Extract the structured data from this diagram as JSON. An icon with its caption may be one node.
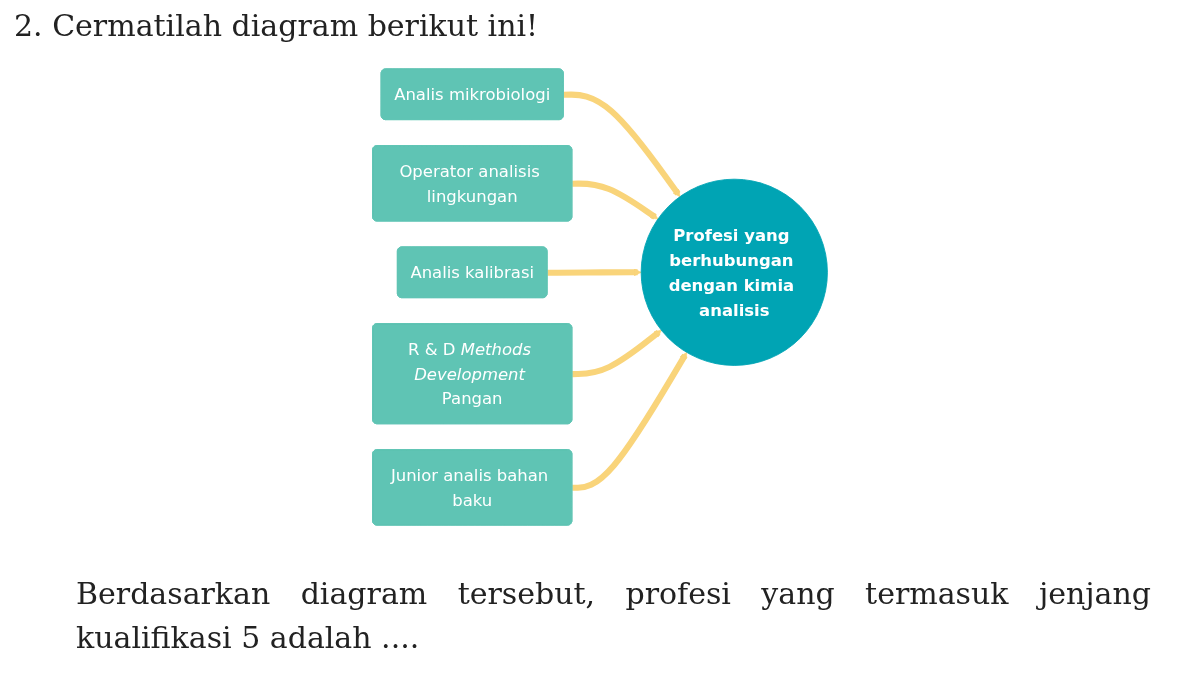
{
  "diagram": {
    "title": "2. Cermatilah diagram berikut ini!",
    "nodes": [
      {
        "text": [
          "Analis mikrobiologi"
        ]
      },
      {
        "text": [
          "Operator analisis lingkungan"
        ]
      },
      {
        "text": [
          "Analis kalibrasi"
        ]
      },
      {
        "text": [
          "R & D *Methods Development* Pangan"
        ]
      },
      {
        "text": [
          "Profesi yang berhubungan dengan kimia analisis"
        ]
      },
      {
        "text": [
          "Junior analis bahan baku"
        ]
      }
    ],
    "edges": [
      {
        "from": 0,
        "to": 4,
        "arrow": "to"
      },
      {
        "from": 1,
        "to": 4,
        "arrow": "to"
      },
      {
        "from": 2,
        "to": 4,
        "arrow": "to"
      },
      {
        "from": 3,
        "to": 4,
        "arrow": "to"
      },
      {
        "from": 5,
        "to": 4,
        "arrow": "to"
      }
    ],
    "labels": [
      "Berdasarkan diagram tersebut, profesi yang termasuk jenjang kualifikasi 5 adalah ...."
    ]
  }
}
